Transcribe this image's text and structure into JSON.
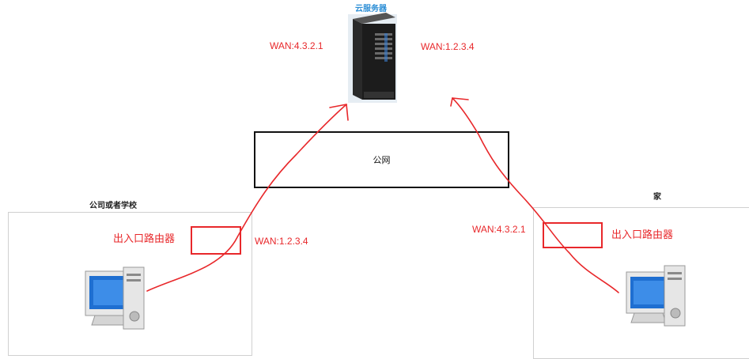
{
  "cloud_server": {
    "title": "云服务器",
    "wan_left": "WAN:4.3.2.1",
    "wan_right": "WAN:1.2.3.4"
  },
  "internet": {
    "label": "公网"
  },
  "company": {
    "title": "公司或者学校",
    "router_label": "出入口路由器",
    "wan": "WAN:1.2.3.4"
  },
  "home": {
    "title": "家",
    "router_label": "出入口路由器",
    "wan": "WAN:4.3.2.1"
  },
  "colors": {
    "annotation": "#e8282b",
    "cloud_title": "#2e8fd6"
  }
}
